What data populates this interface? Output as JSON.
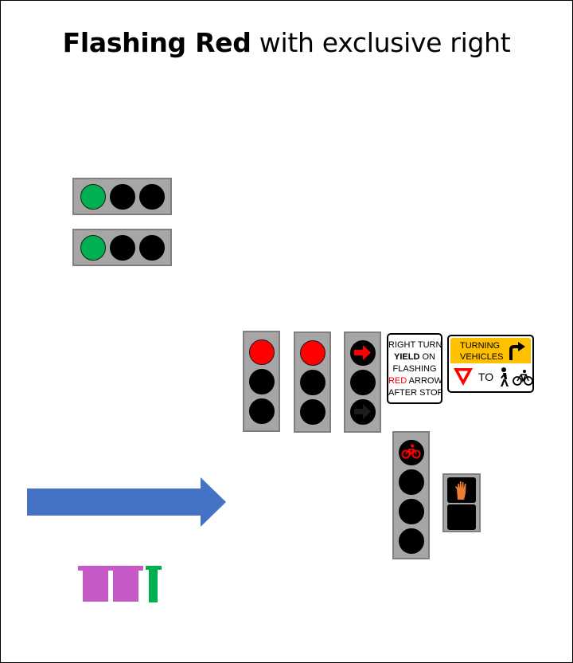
{
  "title": {
    "bold": "Flashing Red",
    "rest": " with exclusive right"
  },
  "colors": {
    "housing": "#a6a6a6",
    "housing_border": "#7f7f7f",
    "lamp_off": "#000000",
    "red": "#ff0000",
    "green": "#00b050",
    "arrow_blue": "#4472c4",
    "sign_yellow": "#ffc000",
    "hand_orange": "#ed7d31",
    "magenta": "#c55ac6",
    "ped_green": "#00b050"
  },
  "icons": {
    "vehicle_signals": "traffic-light-icon",
    "right_arrow": "right-arrow-icon",
    "bicycle": "bicycle-icon",
    "hand": "hand-icon",
    "yield": "yield-triangle-icon",
    "pedestrian": "pedestrian-icon",
    "turn_arrow": "turn-right-arrow-icon",
    "direction": "direction-arrow-icon"
  },
  "sign_yield": {
    "line1": "RIGHT TURN",
    "line2_bold": "YIELD",
    "line2_rest": " ON",
    "line3": "FLASHING",
    "line4_red": "RED",
    "line4_rest": " ARROW",
    "line5": "AFTER STOP"
  },
  "sign_turning": {
    "line1": "TURNING",
    "line2": "VEHICLES",
    "to": "TO"
  }
}
